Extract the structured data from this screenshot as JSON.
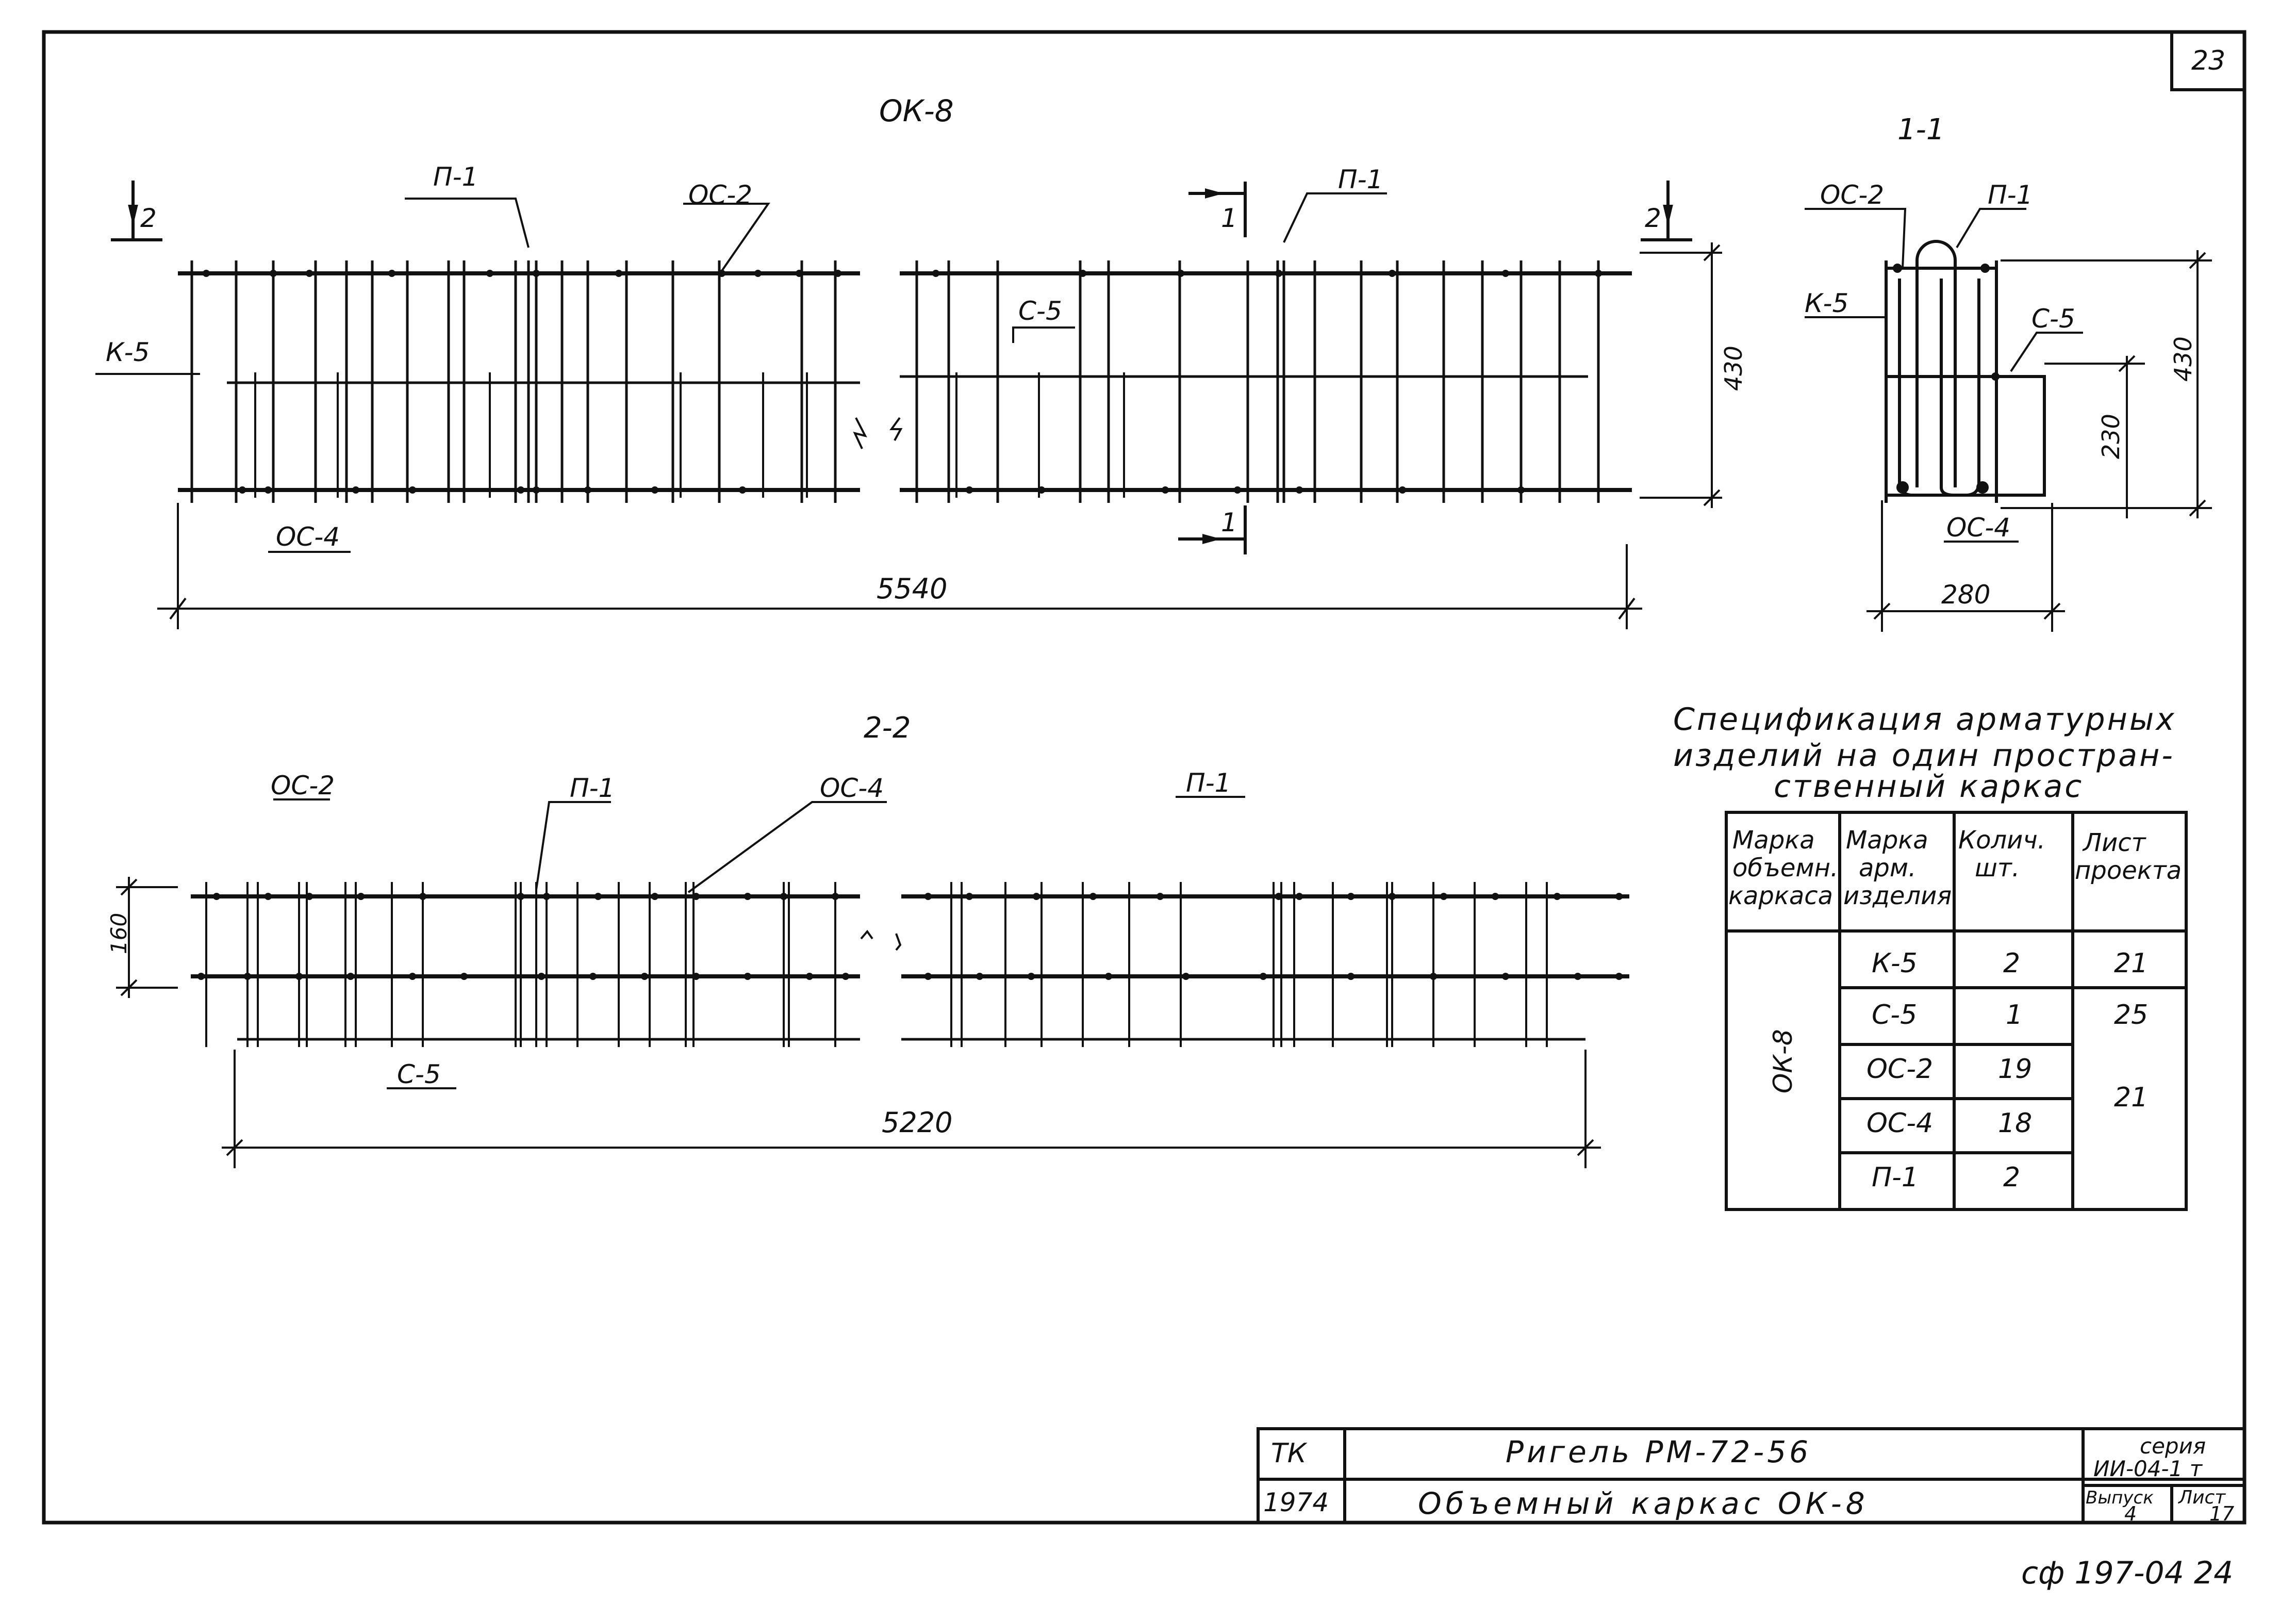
{
  "sheet": {
    "number": "23",
    "stamp": "сф 197-04 24"
  },
  "elevation": {
    "title": "ОК-8",
    "dimension_length": "5540",
    "dimension_height": "430",
    "section_mark_2": "2",
    "section_mark_1": "1",
    "labels": {
      "p1": "П-1",
      "oc2": "ОС-2",
      "k5": "К-5",
      "c5": "С-5",
      "oc4": "ОС-4"
    }
  },
  "section_1_1": {
    "title": "1-1",
    "labels": {
      "oc2": "ОС-2",
      "p1": "П-1",
      "k5": "К-5",
      "c5": "С-5",
      "oc4": "ОС-4"
    },
    "dim_width": "280",
    "dim_height_total": "430",
    "dim_height_inner": "230"
  },
  "section_2_2": {
    "title": "2-2",
    "labels": {
      "oc2": "ОС-2",
      "p1": "П-1",
      "oc4": "ОС-4",
      "c5": "С-5"
    },
    "dim_length": "5220",
    "dim_height": "160"
  },
  "spec": {
    "title": [
      "Спецификация арматурных",
      "изделий на один простран-",
      "ственный каркас"
    ],
    "headers": [
      [
        "Марка",
        "объемн.",
        "каркаса"
      ],
      [
        "Марка",
        "арм.",
        "изделия"
      ],
      [
        "Колич.",
        "шт."
      ],
      [
        "Лист",
        "проекта"
      ]
    ],
    "frame_mark": "ОК-8",
    "rows": [
      {
        "mark": "К-5",
        "qty": "2",
        "sheet": "21"
      },
      {
        "mark": "С-5",
        "qty": "1",
        "sheet": "25"
      },
      {
        "mark": "ОС-2",
        "qty": "19",
        "sheet": "21"
      },
      {
        "mark": "ОС-4",
        "qty": "18",
        "sheet": ""
      },
      {
        "mark": "П-1",
        "qty": "2",
        "sheet": ""
      }
    ]
  },
  "title_block": {
    "org": "ТК",
    "year": "1974",
    "line1": "Ригель РМ-72-56",
    "line2": "Объемный каркас ОК-8",
    "series_label": "серия",
    "series_value": "ИИ-04-1 т",
    "issue_label": "Выпуск",
    "issue_value": "4",
    "sheet_label": "Лист",
    "sheet_value": "17"
  }
}
